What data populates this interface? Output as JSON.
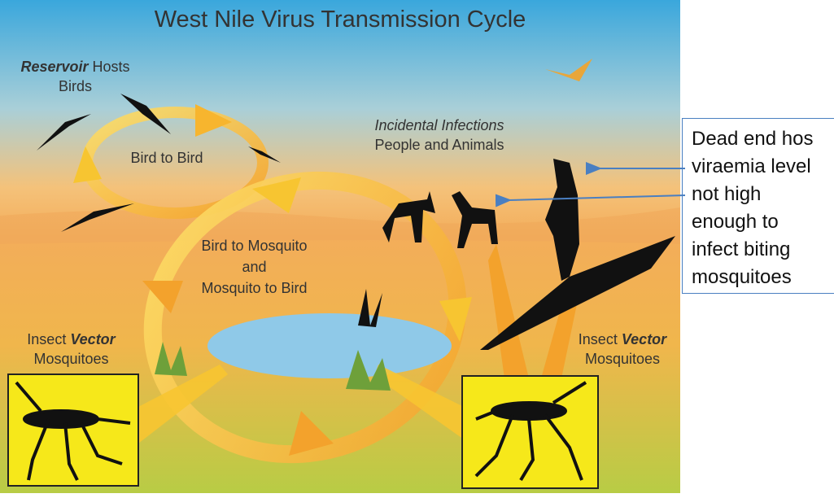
{
  "title": "West Nile Virus Transmission Cycle",
  "reservoir": {
    "emph": "Reservoir",
    "rest": " Hosts",
    "line2": "Birds"
  },
  "bird_to_bird": "Bird to Bird",
  "bird_mosquito": [
    "Bird to Mosquito",
    "and",
    "Mosquito to Bird"
  ],
  "incidental": {
    "line1": "Incidental Infections",
    "line2": "People and Animals"
  },
  "vector_left": {
    "pre": "Insect ",
    "emph": "Vector",
    "line2": "Mosquitoes"
  },
  "vector_right": {
    "pre": "Insect ",
    "emph": "Vector",
    "line2": "Mosquitoes"
  },
  "note": [
    "Dead end hos",
    "viraemia level",
    "not high",
    "enough to",
    "infect biting",
    "mosquitoes"
  ],
  "colors": {
    "sky": "#3aa7dc",
    "horizon": "#f4b15c",
    "ground": "#c9d44c",
    "arrow": "#f7c531",
    "box": "#f6e81a",
    "pond": "#8fc9e8",
    "pointer": "#4a7fc1"
  }
}
